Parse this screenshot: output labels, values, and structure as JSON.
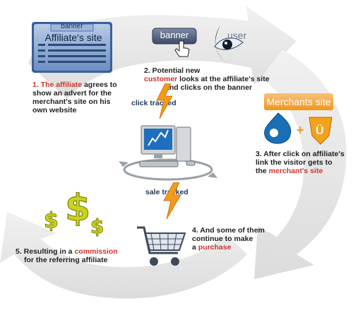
{
  "step1": {
    "num": "1.",
    "hl": "The affiliate",
    "rest1": " agrees to",
    "line2": "show an advert for the",
    "line3": "merchant's site on his",
    "line4": "own website"
  },
  "step2": {
    "line1": "2. Potential new",
    "hl": "customer",
    "rest2": " looks at the affiliate's site",
    "line3": "and clicks on the banner"
  },
  "step3": {
    "line1": "3. After click on affiliate's",
    "line2": "link the visitor gets to",
    "pre": "the ",
    "hl": "merchant's site"
  },
  "step4": {
    "line1": "4. And some of them",
    "line2": "continue to make",
    "pre": "a ",
    "hl": "purchase"
  },
  "step5": {
    "pre": "5. Resulting in a ",
    "hl": "commission",
    "line2": "for the referring affiliate"
  },
  "affiliate_site": {
    "tab": "banner",
    "title": "Affiliate's site"
  },
  "banner_button": "banner",
  "user_label": "user",
  "merchants_site": "Merchants site",
  "click_tracked": "click tracked",
  "sale_tracked": "sale tracked",
  "colors": {
    "highlight": "#d0342c",
    "arrow": "#e6e6e6",
    "bolt": "#f29a1a",
    "drupal": "#1b6fb5",
    "ubercart": "#f4a21a"
  }
}
